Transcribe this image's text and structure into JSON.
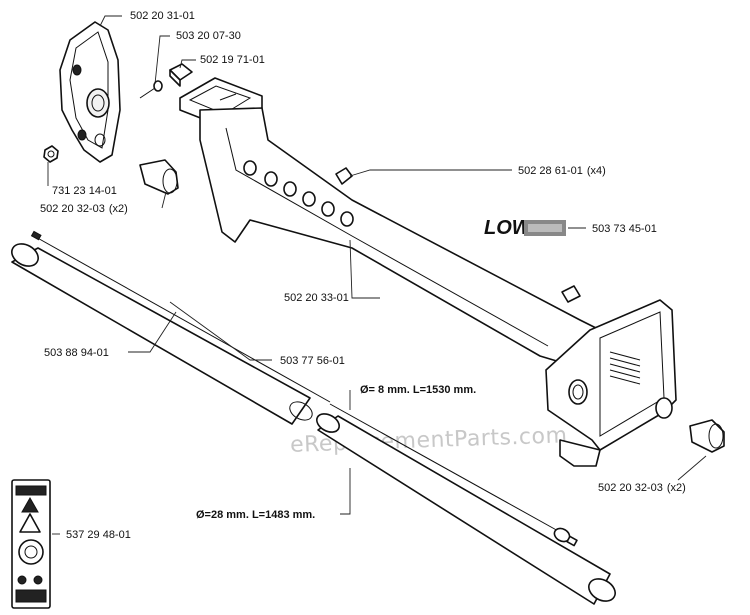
{
  "watermark": "eReplacementParts.com",
  "brand": {
    "logo_text": "LOW"
  },
  "callouts": {
    "handle_bracket": "502 20 31-01",
    "screw": "503 20 07-30",
    "nut_square": "502 19 71-01",
    "clip": "502 28 61-01",
    "clip_qty": "(x4)",
    "decal": "503 73 45-01",
    "nut": "731 23 14-01",
    "end_cap_left": "502 20 32-03",
    "end_cap_left_qty": "(x2)",
    "main_frame": "502 20 33-01",
    "outer_tube": "503 88 94-01",
    "drive_shaft_short": "503 77 56-01",
    "end_cap_right": "502 20 32-03",
    "end_cap_right_qty": "(x2)",
    "warning_label": "537 29 48-01"
  },
  "specs": {
    "drive_shaft": "Ø= 8 mm. L=1530 mm.",
    "tube": "Ø=28 mm. L=1483 mm."
  }
}
